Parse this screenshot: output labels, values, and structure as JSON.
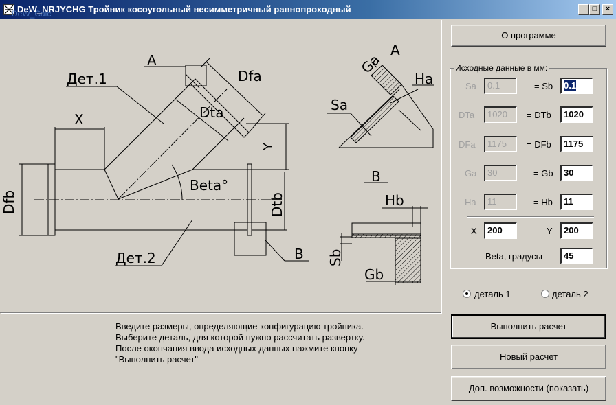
{
  "window": {
    "title": "DeW_NRJYCHG Тройник косоугольный несимметричный равнопроходный",
    "ghost_title": "DeW_Calc",
    "minimize": "_",
    "maximize": "□",
    "close": "×"
  },
  "drawing": {
    "label_A": "A",
    "label_B": "B",
    "det1": "Дет.1",
    "det2": "Дет.2",
    "dfa": "Dfa",
    "dta": "Dta",
    "dfb": "Dfb",
    "dtb": "Dtb",
    "x": "X",
    "y": "Y",
    "beta": "Beta°",
    "ga": "Ga",
    "ha": "Ha",
    "sa": "Sa",
    "hb": "Hb",
    "sb": "Sb",
    "gb": "Gb"
  },
  "buttons": {
    "about": "О программе",
    "run": "Выполнить расчет",
    "new": "Новый расчет",
    "extra": "Доп. возможности (показать)"
  },
  "group": {
    "title": "Исходные данные в мм:",
    "rows": [
      {
        "label_a": "Sa",
        "value_a": "0.1",
        "label_b": "= Sb",
        "value_b": "0.1"
      },
      {
        "label_a": "DTa",
        "value_a": "1020",
        "label_b": "= DTb",
        "value_b": "1020"
      },
      {
        "label_a": "DFa",
        "value_a": "1175",
        "label_b": "= DFb",
        "value_b": "1175"
      },
      {
        "label_a": "Ga",
        "value_a": "30",
        "label_b": "= Gb",
        "value_b": "30"
      },
      {
        "label_a": "Ha",
        "value_a": "11",
        "label_b": "= Hb",
        "value_b": "11"
      }
    ],
    "x_label": "X",
    "x_value": "200",
    "y_label": "Y",
    "y_value": "200",
    "beta_label": "Beta, градусы",
    "beta_value": "45"
  },
  "radios": {
    "part1": "деталь 1",
    "part2": "деталь 2",
    "selected": "part1"
  },
  "instructions": [
    "Введите размеры, определяющие конфигурацию тройника.",
    "Выберите деталь, для которой нужно рассчитать развертку.",
    "После окончания ввода исходных данных нажмите кнопку",
    "\"Выполнить расчет\""
  ]
}
